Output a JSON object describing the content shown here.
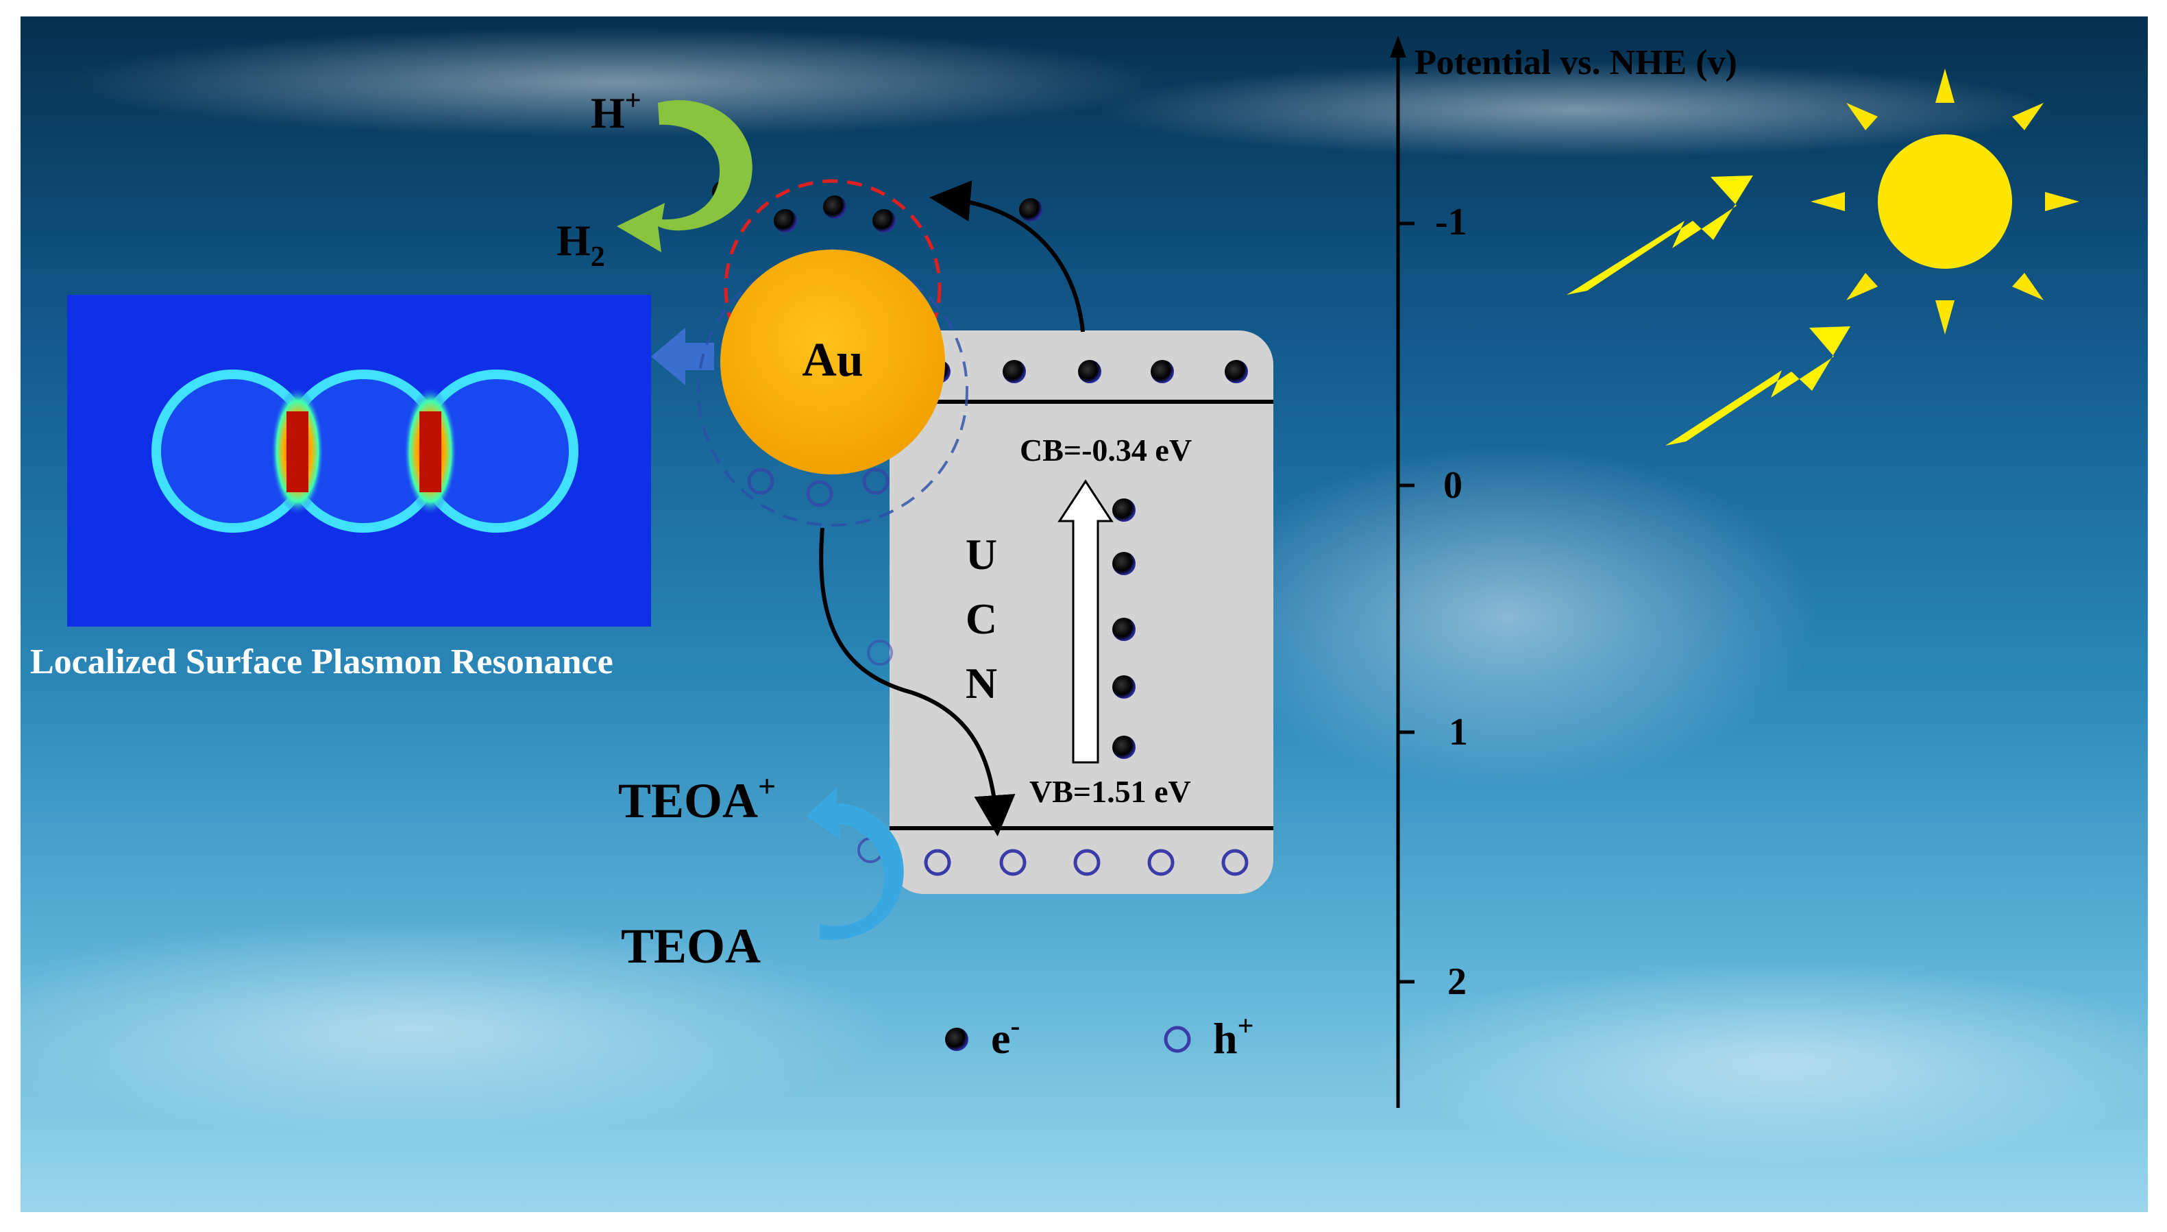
{
  "figure": {
    "axis": {
      "label": "Potential vs. NHE (v)",
      "ticks": [
        "-1",
        "0",
        "1",
        "2"
      ]
    },
    "reactions": {
      "h_plus": "H",
      "h_plus_sup": "+",
      "h2": "H",
      "h2_sub": "2",
      "teoa_plus": "TEOA",
      "teoa_plus_sup": "+",
      "teoa": "TEOA"
    },
    "au_label": "Au",
    "ucn_letters": [
      "U",
      "C",
      "N"
    ],
    "cb_label": "CB=-0.34 eV",
    "vb_label": "VB=1.51 eV",
    "lspr_caption": "Localized Surface Plasmon Resonance",
    "legend": {
      "electron": "e",
      "electron_sup": "-",
      "hole": "h",
      "hole_sup": "+"
    },
    "colors": {
      "water_top": "#0a3d66",
      "water_mid": "#1f6fa6",
      "water_bottom": "#8fd0ea",
      "sun": "#ffe600",
      "lightning": "#fff200",
      "gold": "#f5a800",
      "ucn_box": "#d3d3d3",
      "lspr_field": "#1030e8"
    }
  }
}
